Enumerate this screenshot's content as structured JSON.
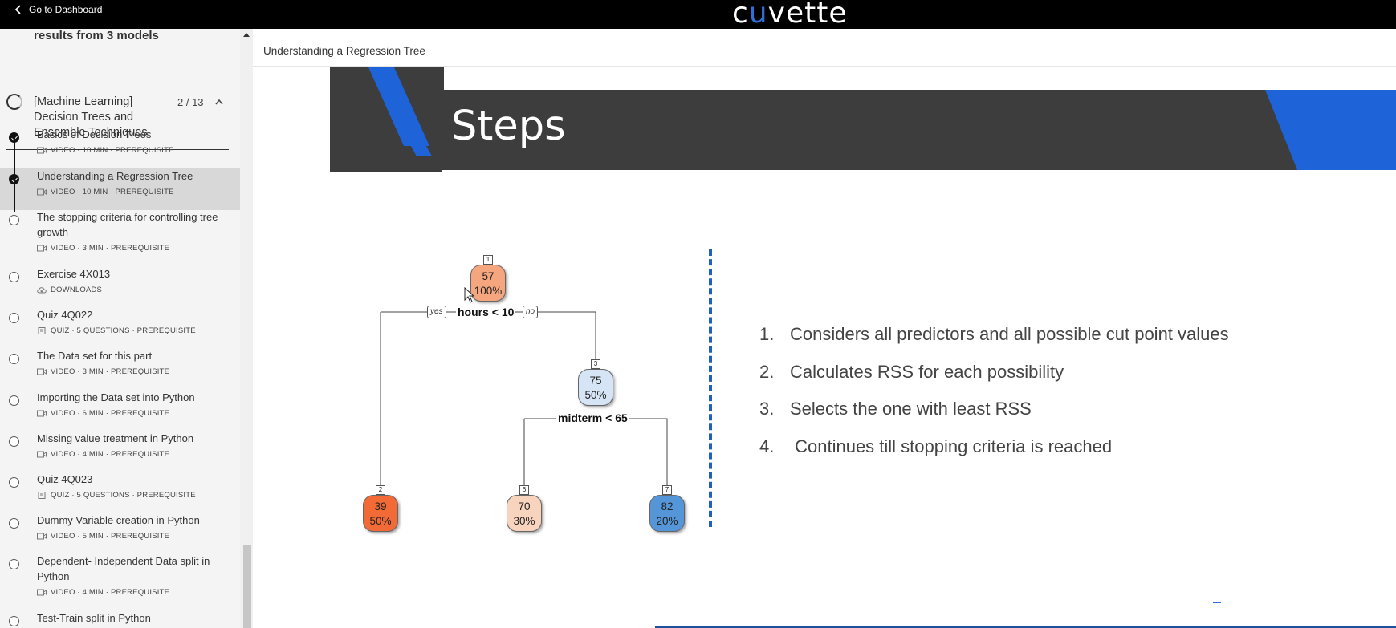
{
  "topbar": {
    "back_label": "Go to Dashboard",
    "logo": "cuvette"
  },
  "sidebar": {
    "previous_item_tail": "results from 3 models",
    "section": {
      "title": "[Machine Learning] Decision Trees and Ensemble Techniques",
      "count": "2 / 13"
    },
    "lessons": [
      {
        "title": "Basics of Decision Trees",
        "meta": "VIDEO · 10 MIN · PREREQUISITE",
        "type": "video",
        "status": "done"
      },
      {
        "title": "Understanding a Regression Tree",
        "meta": "VIDEO · 10 MIN · PREREQUISITE",
        "type": "video",
        "status": "done"
      },
      {
        "title": "The stopping criteria for controlling tree growth",
        "meta": "VIDEO · 3 MIN · PREREQUISITE",
        "type": "video",
        "status": "todo"
      },
      {
        "title": "Exercise 4X013",
        "meta": "DOWNLOADS",
        "type": "download",
        "status": "todo"
      },
      {
        "title": "Quiz 4Q022",
        "meta": "QUIZ · 5 QUESTIONS · PREREQUISITE",
        "type": "quiz",
        "status": "todo"
      },
      {
        "title": "The Data set for this part",
        "meta": "VIDEO · 3 MIN · PREREQUISITE",
        "type": "video",
        "status": "todo"
      },
      {
        "title": "Importing the Data set into Python",
        "meta": "VIDEO · 6 MIN · PREREQUISITE",
        "type": "video",
        "status": "todo"
      },
      {
        "title": "Missing value treatment in Python",
        "meta": "VIDEO · 4 MIN · PREREQUISITE",
        "type": "video",
        "status": "todo"
      },
      {
        "title": "Quiz 4Q023",
        "meta": "QUIZ · 5 QUESTIONS · PREREQUISITE",
        "type": "quiz",
        "status": "todo"
      },
      {
        "title": "Dummy Variable creation in Python",
        "meta": "VIDEO · 5 MIN · PREREQUISITE",
        "type": "video",
        "status": "todo"
      },
      {
        "title": "Dependent- Independent Data split in Python",
        "meta": "VIDEO · 4 MIN · PREREQUISITE",
        "type": "video",
        "status": "todo"
      },
      {
        "title": "Test-Train split in Python",
        "meta": "",
        "type": "video",
        "status": "todo"
      }
    ]
  },
  "main": {
    "title": "Understanding a Regression Tree"
  },
  "slide": {
    "heading": "Steps",
    "colors": {
      "banner_dark": "#3d3d3d",
      "banner_blue": "#1f63d8",
      "divider": "#1f5fbf"
    },
    "tree": {
      "root": {
        "id": "1",
        "value": "57",
        "pct": "100%",
        "color": "#f6a67e"
      },
      "root_split": "hours < 10",
      "yes_label": "yes",
      "no_label": "no",
      "left": {
        "id": "2",
        "value": "39",
        "pct": "50%",
        "color": "#f26a35"
      },
      "right": {
        "id": "3",
        "value": "75",
        "pct": "50%",
        "color": "#d6e5f5"
      },
      "right_split": "midterm < 65",
      "rl": {
        "id": "6",
        "value": "70",
        "pct": "30%",
        "color": "#f8d3bd"
      },
      "rr": {
        "id": "7",
        "value": "82",
        "pct": "20%",
        "color": "#5496d8"
      }
    },
    "steps": [
      {
        "num": "1.",
        "text": "Considers all predictors and all possible cut point values"
      },
      {
        "num": "2.",
        "text": "Calculates RSS for each possibility"
      },
      {
        "num": "3.",
        "text": "Selects the one with least RSS"
      },
      {
        "num": "4.",
        "text": " Continues till stopping criteria is reached"
      }
    ]
  }
}
